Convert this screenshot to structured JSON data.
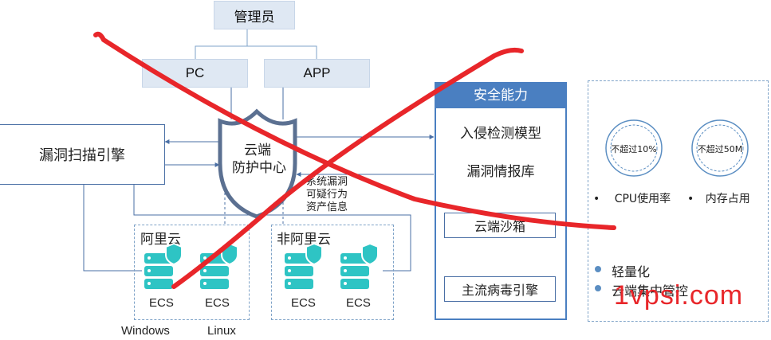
{
  "nodes": {
    "admin": "管理员",
    "pc": "PC",
    "app": "APP",
    "scanner": "漏洞扫描引擎",
    "cloud_center_line1": "云端",
    "cloud_center_line2": "防护中心",
    "security_title": "安全能力",
    "intrusion_model": "入侵检测模型",
    "vuln_intel": "漏洞情报库",
    "sandbox": "云端沙箱",
    "antivirus": "主流病毒引擎"
  },
  "annotations": {
    "info_line1": "系统漏洞",
    "info_line2": "可疑行为",
    "info_line3": "资产信息"
  },
  "groups": {
    "aliyun": {
      "title": "阿里云",
      "servers": [
        "ECS",
        "ECS"
      ],
      "os": [
        "Windows",
        "Linux"
      ]
    },
    "non_aliyun": {
      "title": "非阿里云",
      "servers": [
        "ECS",
        "ECS"
      ]
    }
  },
  "metrics": {
    "cpu_circle": "不超过10%",
    "mem_circle": "不超过50M",
    "cpu_label": "CPU使用率",
    "mem_label": "内存占用",
    "bullet": "•"
  },
  "features": [
    "轻量化",
    "云端集中管控"
  ],
  "watermark": "1vpsi.com",
  "colors": {
    "header_blue": "#4a7fc1",
    "light_box": "#dfe8f3",
    "line": "#4a6fa5",
    "server_teal": "#2ec4c4",
    "red_cross": "#e8262a",
    "watermark": "#e8262a"
  }
}
